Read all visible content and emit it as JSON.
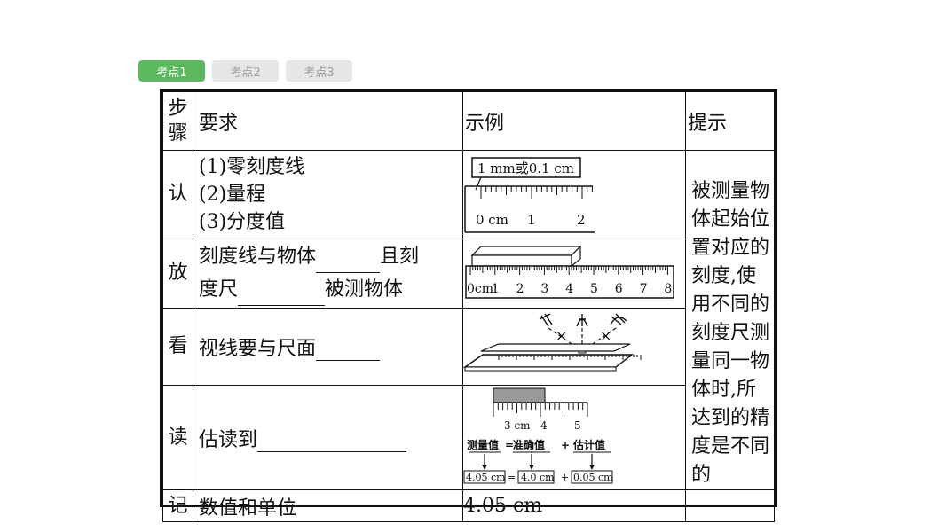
{
  "tabs": [
    "考点1",
    "考点2",
    "考点3"
  ],
  "header": {
    "step_l1": "步",
    "step_l2": "骤",
    "req": "要求",
    "example": "示例",
    "hint": "提示"
  },
  "rows": {
    "r1": {
      "step": "认",
      "req_lines": [
        "(1)零刻度线",
        "(2)量程",
        "(3)分度值"
      ],
      "fig_label": "1 mm或0.1 cm",
      "ticks": [
        "0 cm",
        "1",
        "2"
      ]
    },
    "r2": {
      "step": "放",
      "req_a": "刻度线与物体",
      "req_b": "且刻",
      "req_c": "度尺",
      "req_d": "被测物体",
      "ticks": [
        "0cm",
        "1",
        "2",
        "3",
        "4",
        "5",
        "6",
        "7",
        "8"
      ]
    },
    "r3": {
      "step": "看",
      "req": "视线要与尺面"
    },
    "r4": {
      "step": "读",
      "req": "估读到",
      "ticks": [
        "3 cm",
        "4",
        "5"
      ],
      "eq1": [
        "测量值",
        "=",
        "准确值",
        "+",
        "估计值"
      ],
      "eq2": [
        "4.05 cm",
        "=",
        "4.0 cm",
        "+",
        "0.05 cm"
      ]
    },
    "r5": {
      "step": "记",
      "req": "数值和单位",
      "example": "4.05 cm"
    }
  },
  "hint_text": "被测量物体起始位置对应的刻度,使用不同的刻度尺测量同一物体时,所达到的精度是不同的"
}
